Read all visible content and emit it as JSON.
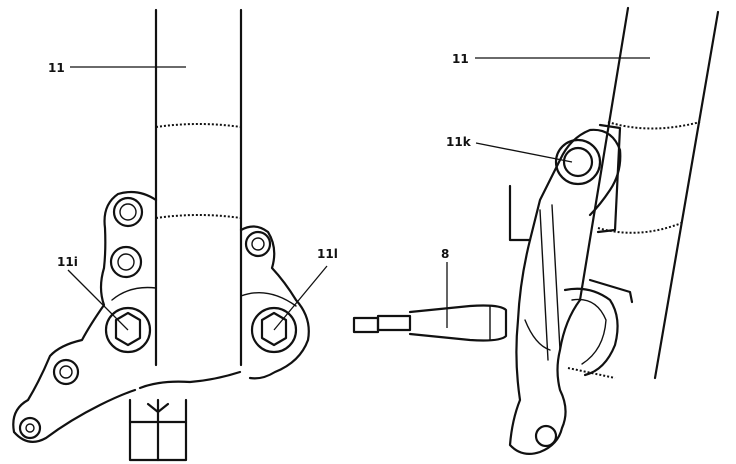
{
  "labels": {
    "left_fork_tube": "11",
    "left_bolt_left": "11i",
    "left_bolt_right": "11l",
    "right_fork_tube": "11",
    "right_bolt": "11k",
    "axle": "8"
  },
  "icons": [
    "fork-tube-drawing",
    "caliper-bracket-drawing",
    "axle-drawing"
  ]
}
